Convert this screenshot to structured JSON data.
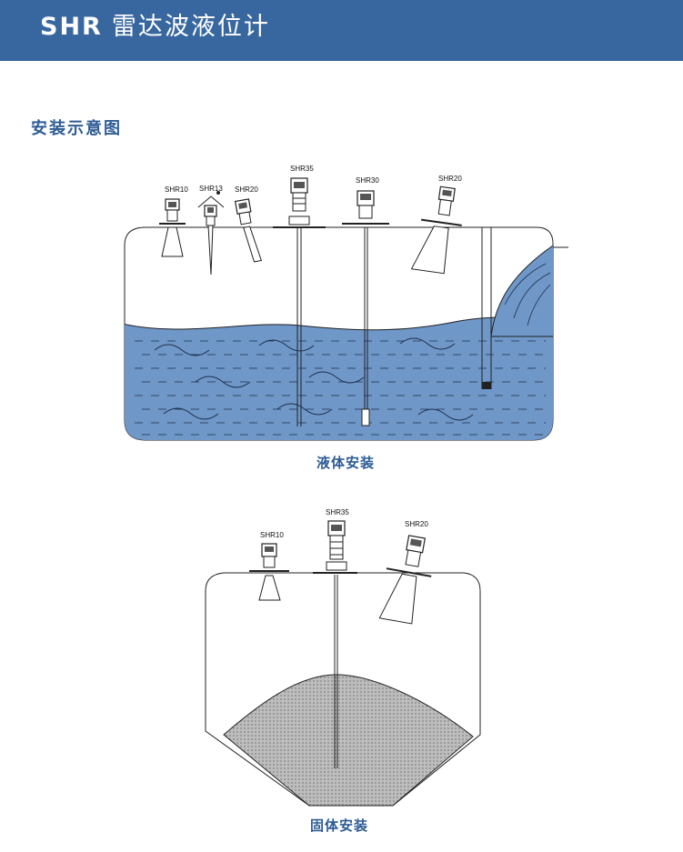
{
  "header": {
    "brand": "SHR",
    "product_name": "雷达波液位计"
  },
  "section": {
    "title": "安装示意图"
  },
  "liquid_install": {
    "caption": "液体安装",
    "models": [
      "SHR10",
      "SHR13",
      "SHR20",
      "SHR35",
      "SHR30",
      "SHR20"
    ]
  },
  "solid_install": {
    "caption": "固体安装",
    "models": [
      "SHR10",
      "SHR35",
      "SHR20"
    ]
  },
  "colors": {
    "header": "#3867a0",
    "title": "#2d5c96",
    "liquid": "#6f97c8",
    "solid": "#b5b5b5"
  }
}
